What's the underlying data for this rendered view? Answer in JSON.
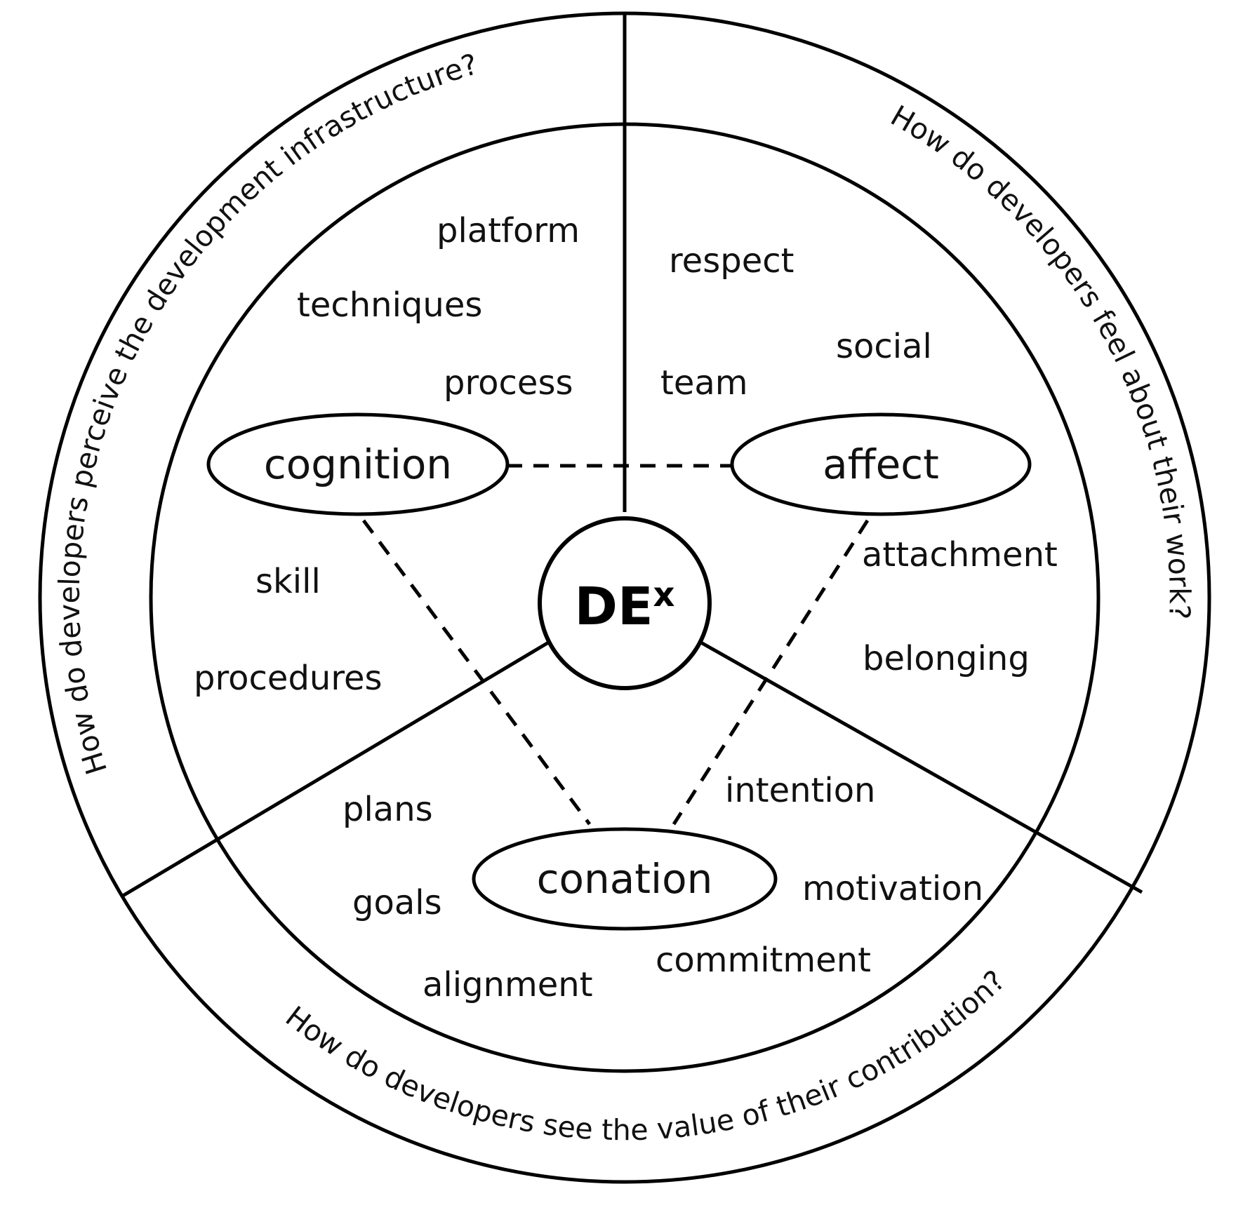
{
  "center": {
    "label": "DE",
    "superscript": "x"
  },
  "dimensions": {
    "cognition": {
      "label": "cognition",
      "question": "How do developers perceive the development infrastructure?",
      "terms": [
        "platform",
        "techniques",
        "process",
        "skill",
        "procedures"
      ]
    },
    "affect": {
      "label": "affect",
      "question": "How do developers feel about their work?",
      "terms": [
        "respect",
        "social",
        "team",
        "attachment",
        "belonging"
      ]
    },
    "conation": {
      "label": "conation",
      "question": "How do developers see the value of their contribution?",
      "terms": [
        "intention",
        "plans",
        "goals",
        "motivation",
        "commitment",
        "alignment"
      ]
    }
  }
}
